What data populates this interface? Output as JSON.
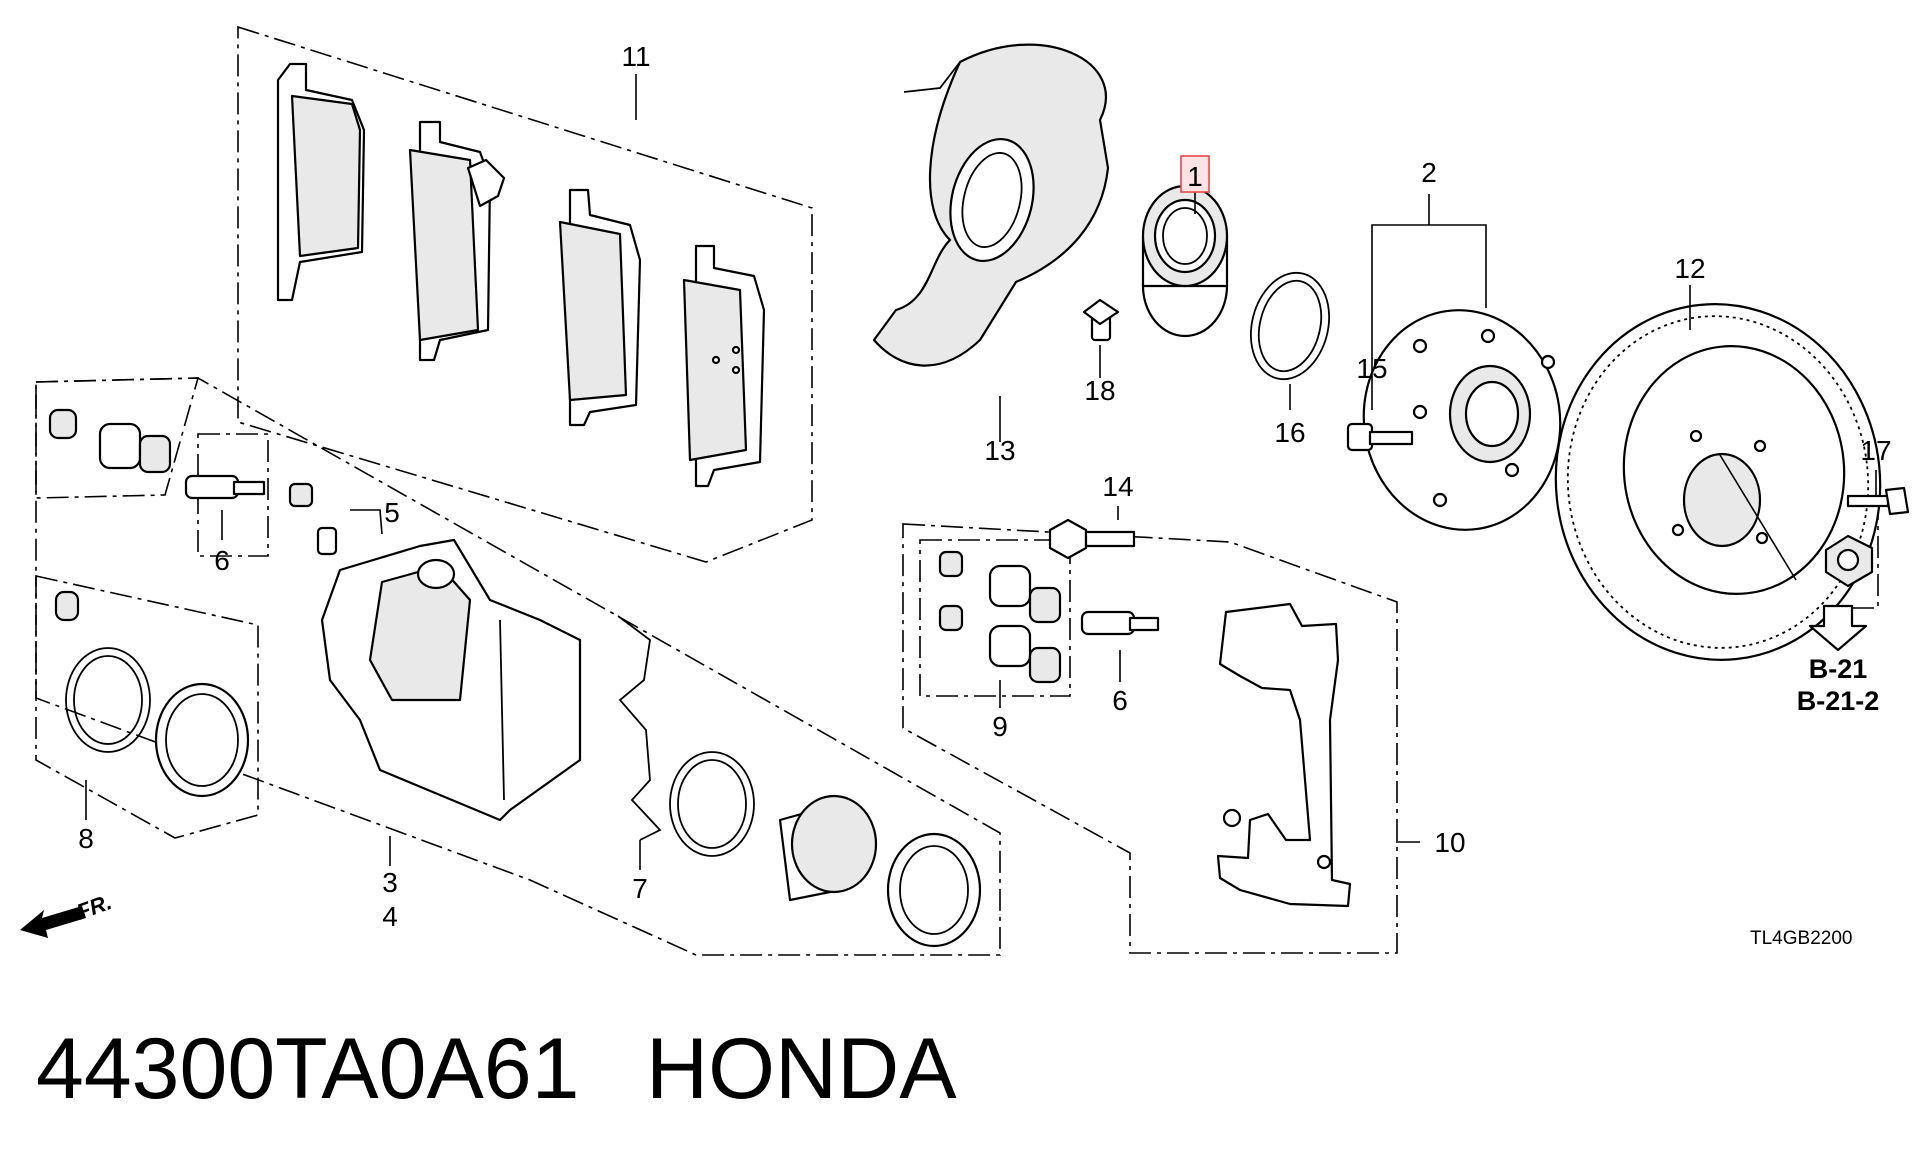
{
  "callouts": {
    "c1": "1",
    "c2": "2",
    "c3": "3",
    "c4": "4",
    "c5": "5",
    "c6a": "6",
    "c6b": "6",
    "c7": "7",
    "c8": "8",
    "c9": "9",
    "c10": "10",
    "c11": "11",
    "c12": "12",
    "c13": "13",
    "c14": "14",
    "c15": "15",
    "c16": "16",
    "c17": "17",
    "c18": "18"
  },
  "references": {
    "ref1": "B-21",
    "ref2": "B-21-2"
  },
  "front_marker": "FR.",
  "diagram_code": "TL4GB2200",
  "part_number": "44300TA0A61",
  "brand": "HONDA",
  "colors": {
    "highlight_box": "#e8474c",
    "highlight_fill": "#fde3e4",
    "line": "#000000"
  }
}
